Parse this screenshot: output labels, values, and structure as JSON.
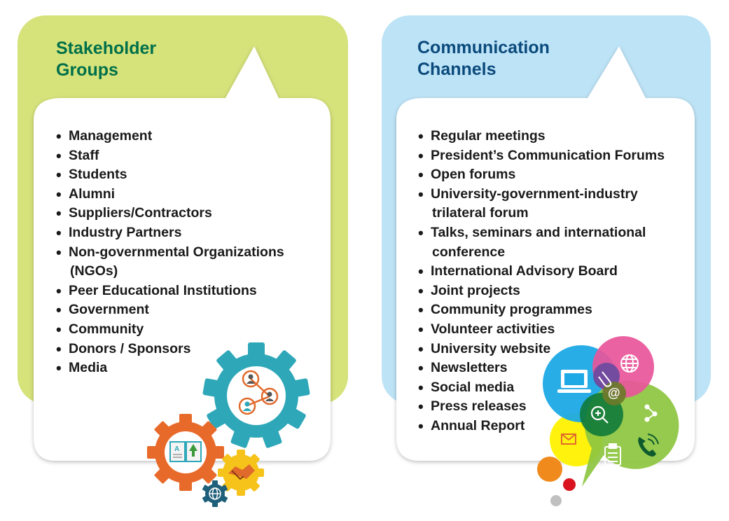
{
  "colors": {
    "left_panel": "#d6e27a",
    "right_panel": "#bde3f6",
    "left_title": "#00704a",
    "right_title": "#0b4a7c",
    "text": "#1a1a1a"
  },
  "stakeholder": {
    "title_line1": "Stakeholder",
    "title_line2": "Groups",
    "items": [
      {
        "label": "Management"
      },
      {
        "label": "Staff"
      },
      {
        "label": "Students"
      },
      {
        "label": "Alumni"
      },
      {
        "label": "Suppliers/Contractors"
      },
      {
        "label": "Industry Partners"
      },
      {
        "label": "Non-governmental Organizations",
        "cont": "(NGOs)"
      },
      {
        "label": "Peer Educational Institutions"
      },
      {
        "label": "Government"
      },
      {
        "label": "Community"
      },
      {
        "label": "Donors / Sponsors"
      },
      {
        "label": "Media"
      }
    ]
  },
  "channels": {
    "title_line1": "Communication",
    "title_line2": "Channels",
    "items": [
      {
        "label": "Regular meetings"
      },
      {
        "label": "President’s Communication Forums"
      },
      {
        "label": "Open forums"
      },
      {
        "label": "University-government-industry",
        "cont": "trilateral forum"
      },
      {
        "label": "Talks, seminars and international",
        "cont": "conference"
      },
      {
        "label": "International Advisory Board"
      },
      {
        "label": "Joint projects"
      },
      {
        "label": "Community programmes"
      },
      {
        "label": "Volunteer activities"
      },
      {
        "label": "University website"
      },
      {
        "label": "Newsletters"
      },
      {
        "label": "Social media"
      },
      {
        "label": "Press releases"
      },
      {
        "label": "Annual Report"
      }
    ]
  },
  "icons": {
    "gears": [
      "network-people-icon",
      "book-icon",
      "handshake-icon",
      "globe-icon"
    ],
    "bubbles": [
      "laptop-icon",
      "paperclip-icon",
      "globe-icon",
      "at-sign-icon",
      "share-icon",
      "zoom-in-icon",
      "phone-icon",
      "mail-icon",
      "clipboard-icon"
    ]
  }
}
